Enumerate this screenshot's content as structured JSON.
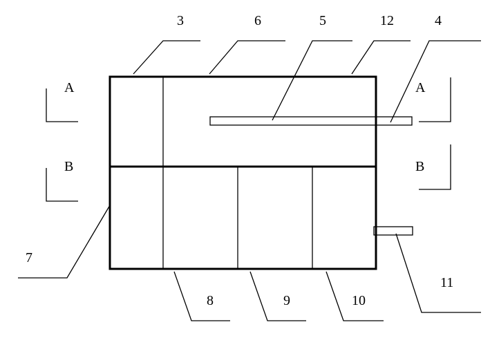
{
  "diagram": {
    "callout_numbers": {
      "n3": "3",
      "n6": "6",
      "n5": "5",
      "n12": "12",
      "n4": "4",
      "n7": "7",
      "n8": "8",
      "n9": "9",
      "n10": "10",
      "n11": "11"
    },
    "section_markers": {
      "a_left": "A",
      "a_right": "A",
      "b_left": "B",
      "b_right": "B"
    }
  }
}
